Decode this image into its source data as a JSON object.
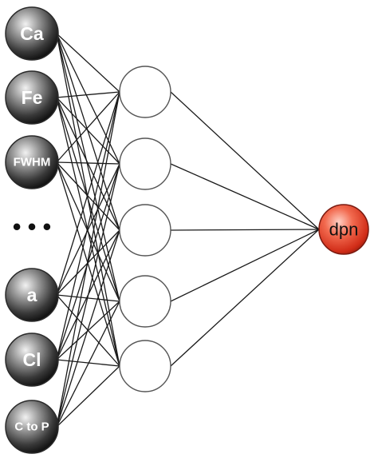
{
  "inputs": [
    {
      "label": "Ca"
    },
    {
      "label": "Fe"
    },
    {
      "label": "FWHM"
    },
    {
      "label": "a"
    },
    {
      "label": "Cl"
    },
    {
      "label": "C to P"
    }
  ],
  "ellipsis": "• • •",
  "hidden_count": 5,
  "output": {
    "label": "dpn"
  },
  "colors": {
    "input_node": "#3a3a3a",
    "output_node": "#e8412c",
    "edge": "#1a1a1a"
  }
}
